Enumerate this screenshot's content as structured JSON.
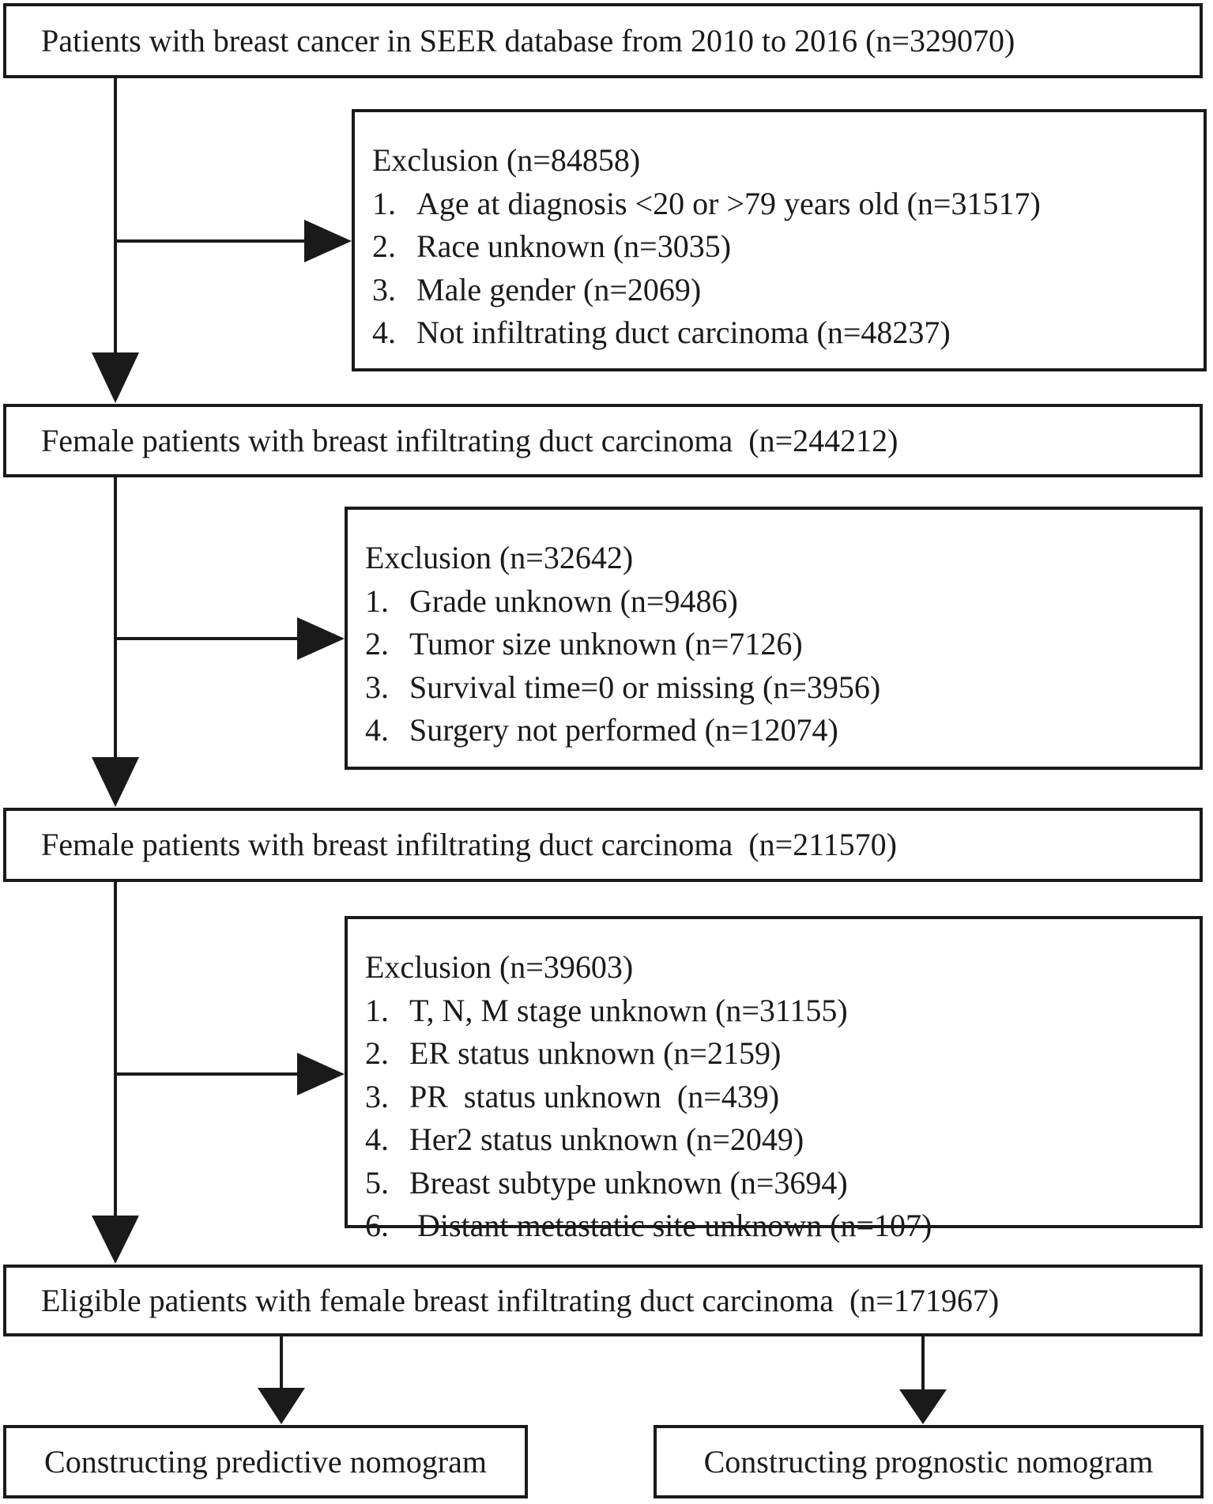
{
  "flowchart": {
    "main_steps": [
      "Patients with breast cancer in SEER database from 2010 to 2016 (n=329070)",
      "Female patients with breast infiltrating duct carcinoma  (n=244212)",
      "Female patients with breast infiltrating duct carcinoma  (n=211570)",
      "Eligible patients with female breast infiltrating duct carcinoma  (n=171967)"
    ],
    "exclusions": [
      {
        "title": "Exclusion (n=84858)",
        "items": [
          {
            "num": "1.",
            "text": "Age at diagnosis <20 or >79 years old (n=31517)"
          },
          {
            "num": "2.",
            "text": "Race unknown (n=3035)"
          },
          {
            "num": "3.",
            "text": "Male gender (n=2069)"
          },
          {
            "num": "4.",
            "text": "Not infiltrating duct carcinoma (n=48237)"
          }
        ]
      },
      {
        "title": "Exclusion (n=32642)",
        "items": [
          {
            "num": "1.",
            "text": "Grade unknown (n=9486)"
          },
          {
            "num": "2.",
            "text": "Tumor size unknown (n=7126)"
          },
          {
            "num": "3.",
            "text": "Survival time=0 or missing (n=3956)"
          },
          {
            "num": "4.",
            "text": "Surgery not performed (n=12074)"
          }
        ]
      },
      {
        "title": "Exclusion (n=39603)",
        "items": [
          {
            "num": "1.",
            "text": "T, N, M stage unknown (n=31155)"
          },
          {
            "num": "2.",
            "text": "ER status unknown (n=2159)"
          },
          {
            "num": "3.",
            "text": "PR  status unknown  (n=439)"
          },
          {
            "num": "4.",
            "text": "Her2 status unknown (n=2049)"
          },
          {
            "num": "5.",
            "text": "Breast subtype unknown (n=3694)"
          },
          {
            "num": "6.",
            "text": " Distant metastatic site unknown (n=107)"
          }
        ]
      }
    ],
    "outcomes": [
      "Constructing predictive nomogram",
      "Constructing prognostic nomogram"
    ]
  }
}
